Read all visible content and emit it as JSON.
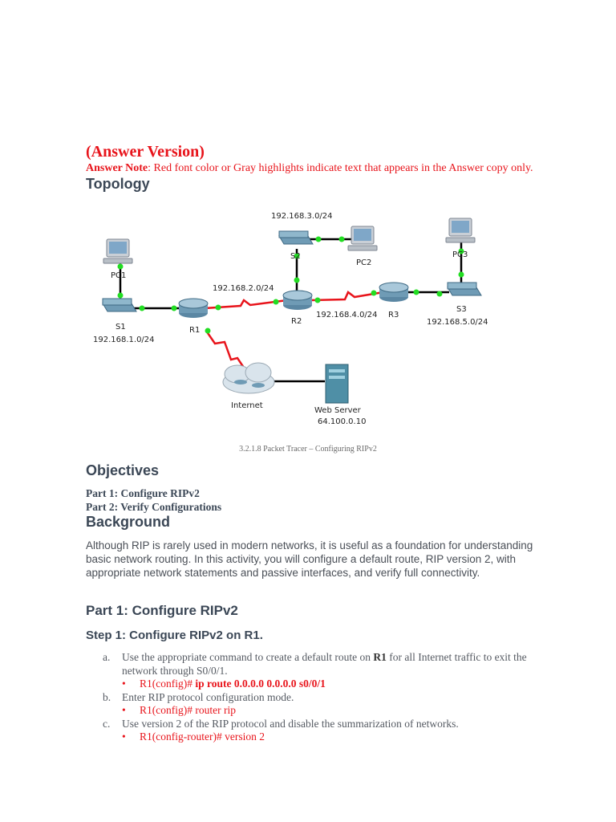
{
  "header": {
    "answer_title": "(Answer Version)",
    "answer_note_label": "Answer Note",
    "answer_note_text": ": Red font color or Gray highlights indicate text that appears in the Answer copy only."
  },
  "topology": {
    "heading": "Topology",
    "caption": "3.2.1.8 Packet Tracer – Configuring RIPv2",
    "labels": {
      "net3": "192.168.3.0/24",
      "pc1": "PC1",
      "s2": "S2",
      "pc2": "PC2",
      "pc3": "PC3",
      "net2": "192.168.2.0/24",
      "s1": "S1",
      "r1": "R1",
      "r2": "R2",
      "net4": "192.168.4.0/24",
      "r3": "R3",
      "s3": "S3",
      "net5": "192.168.5.0/24",
      "net1": "192.168.1.0/24",
      "internet": "Internet",
      "web_server": "Web Server",
      "web_ip": "64.100.0.10"
    },
    "colors": {
      "link_serial": "#e8141b",
      "link_ethernet": "#000000",
      "port_up": "#22dd22"
    }
  },
  "objectives": {
    "heading": "Objectives",
    "parts": [
      "Part 1: Configure RIPv2",
      "Part 2: Verify Configurations"
    ]
  },
  "background": {
    "heading": "Background",
    "text": "Although RIP is rarely used in modern networks, it is useful as a foundation for understanding basic network routing. In this activity, you will configure a default route, RIP version 2, with appropriate network statements and passive interfaces, and verify full connectivity."
  },
  "part1": {
    "heading": "Part 1: Configure RIPv2",
    "step1": "Step 1: Configure RIPv2 on R1.",
    "items": [
      {
        "marker": "a.",
        "text_before": "Use the appropriate command to create a default route on ",
        "text_bold": "R1",
        "text_after": " for all Internet traffic to exit the network through S0/0/1.",
        "answer_prompt": "R1(config)# ",
        "answer_cmd": "ip route 0.0.0.0 0.0.0.0 s0/0/1"
      },
      {
        "marker": "b.",
        "text": "Enter RIP protocol configuration mode.",
        "answer": "R1(config)# router rip"
      },
      {
        "marker": "c.",
        "text": "Use version 2 of the RIP protocol and disable the summarization of networks.",
        "answer": "R1(config-router)# version 2"
      }
    ]
  },
  "colors": {
    "answer_red": "#e8141b",
    "heading_slate": "#3b4756",
    "body_gray": "#4a4f57"
  }
}
